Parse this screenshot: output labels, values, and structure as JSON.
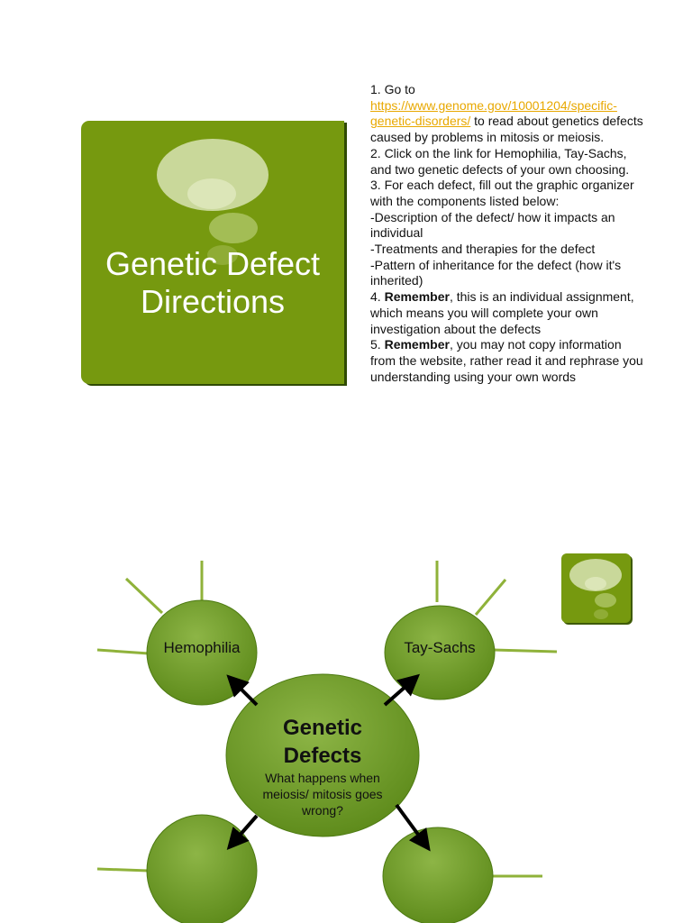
{
  "slide1": {
    "title_line1": "Genetic Defect",
    "title_line2": "Directions",
    "directions": {
      "step1_prefix": "1. Go to",
      "step1_link": "https://www.genome.gov/10001204/specific-genetic-disorders/",
      "step1_link_line1": "https://www.genome.gov/10001204/specific-",
      "step1_link_line2": "genetic-disorders/",
      "step1_suffix": " to read about genetics defects",
      "step1_line3": "caused by problems in mitosis or meiosis.",
      "step2_line1": "2. Click on the link for Hemophilia, Tay-Sachs,",
      "step2_line2": "and two genetic defects of your own choosing.",
      "step3_line1": "3. For each defect, fill out the graphic organizer",
      "step3_line2": "with the components listed below:",
      "component1_line1": "-Description of the defect/ how it impacts an",
      "component1_line2": "individual",
      "component2": "-Treatments and therapies for the defect",
      "component3_line1": "-Pattern of inheritance for the defect (how it's",
      "component3_line2": "inherited)",
      "step4_number": "4. ",
      "step4_bold": "Remember",
      "step4_rest": ", this is an individual assignment,",
      "step4_line2": "which means you will complete your own",
      "step4_line3": "investigation about the defects",
      "step5_number": "5. ",
      "step5_bold": "Remember",
      "step5_rest": ", you may not copy information",
      "step5_line2": "from the website, rather read it and rephrase you",
      "step5_line3": "understanding using your own words"
    }
  },
  "slide2": {
    "center_title_line1": "Genetic",
    "center_title_line2": "Defects",
    "center_subtitle": "What happens when meiosis/ mitosis goes wrong?",
    "nodes": [
      {
        "label": "Hemophilia"
      },
      {
        "label": "Tay-Sachs"
      },
      {
        "label": ""
      },
      {
        "label": ""
      }
    ]
  },
  "colors": {
    "card_green": "#76990f",
    "node_green": "#6e9a25",
    "link_color": "#e8a800",
    "arrow": "#000000"
  }
}
